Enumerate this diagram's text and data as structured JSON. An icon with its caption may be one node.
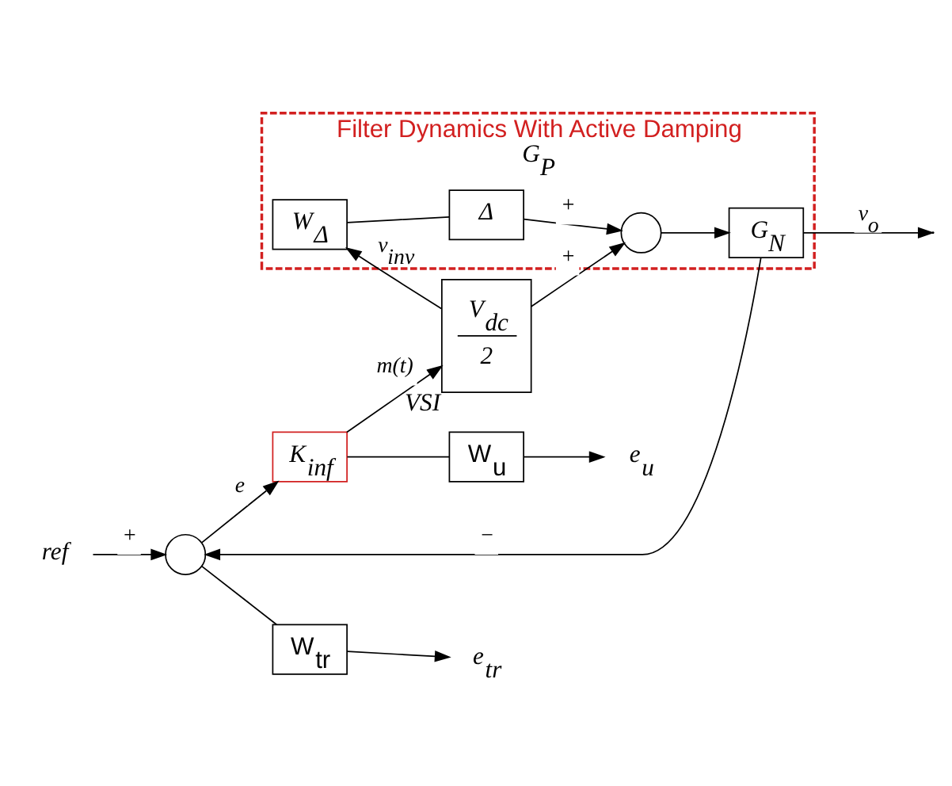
{
  "diagram": {
    "nodes": [
      {
        "text": [
          "Filter Dynamics With Active Damping",
          "G$_{P}$"
        ]
      },
      {
        "text": [
          "V$_{dc}$",
          "2"
        ],
        "beside": [
          "VSI"
        ]
      },
      {
        "text": [
          "W$_{Δ}$"
        ],
        "in": 0
      },
      {
        "text": [
          "Δ"
        ],
        "in": 0
      },
      {
        "text": [],
        "shape": "circle",
        "in": 0
      },
      {
        "text": [
          "G$_{N}$"
        ],
        "in": 0
      },
      {
        "text": [],
        "shape": "circle"
      },
      {
        "text": [
          "K$_{inf}$"
        ]
      },
      {
        "text": [
          "W$_{u}$"
        ]
      },
      {
        "text": [
          "W$_{tr}$"
        ]
      },
      {
        "text": [
          "e$_{u}$"
        ]
      },
      {
        "text": [
          "e$_{tr}$"
        ]
      },
      {
        "text": [
          "ref"
        ]
      }
    ],
    "edges": [
      {
        "from": 7,
        "to": 1,
        "arrow": "to",
        "label": "m(t)"
      },
      {
        "from": 7,
        "to": 8,
        "arrow": "none"
      },
      {
        "from": 1,
        "to": 2,
        "arrow": "to",
        "label": "v$_{inv}$"
      },
      {
        "from": 1,
        "to": 4,
        "arrow": "to",
        "label": "+"
      },
      {
        "from": 2,
        "to": 3,
        "arrow": "none"
      },
      {
        "from": 3,
        "to": 4,
        "arrow": "to",
        "label": "+"
      },
      {
        "from": 4,
        "to": 5,
        "arrow": "to"
      },
      {
        "from": 5,
        "to": null,
        "arrow": "to",
        "label": "v$_{o}$"
      },
      {
        "from": 5,
        "to": 6,
        "arrow": "to",
        "label": "−"
      },
      {
        "from": 12,
        "to": 6,
        "arrow": "to",
        "label": "+"
      },
      {
        "from": 6,
        "to": 7,
        "arrow": "to",
        "label": "e"
      },
      {
        "from": 6,
        "to": 9,
        "arrow": "none"
      },
      {
        "from": 8,
        "to": 10,
        "arrow": "to"
      },
      {
        "from": 9,
        "to": 11,
        "arrow": "to"
      }
    ]
  }
}
